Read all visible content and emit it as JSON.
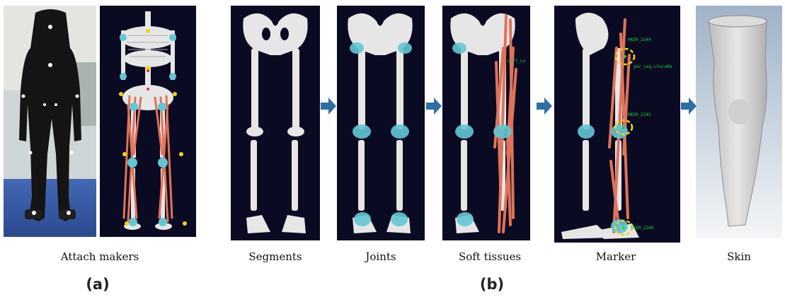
{
  "captions": {
    "attach": "Attach makers",
    "segments": "Segments",
    "joints": "Joints",
    "soft_tissues": "Soft tissues",
    "marker": "Marker",
    "skin": "Skin"
  },
  "labels": {
    "a": "(a)",
    "b": "(b)"
  },
  "marker_tags": {
    "m1": "RKER_2244",
    "m2": "RKER_2245",
    "m3": "RKER_2246",
    "m4": "per_Leg.LFocaMa",
    "st1": "Left_Lo"
  },
  "colors": {
    "background_panels": "#0a0b22",
    "bone": "#e6e6e6",
    "joint": "#63c7d3",
    "muscle": "#e0735a",
    "marker_dot": "#f4d21a",
    "arrow": "#2e6ea6",
    "skin": "#d8d8d8"
  }
}
